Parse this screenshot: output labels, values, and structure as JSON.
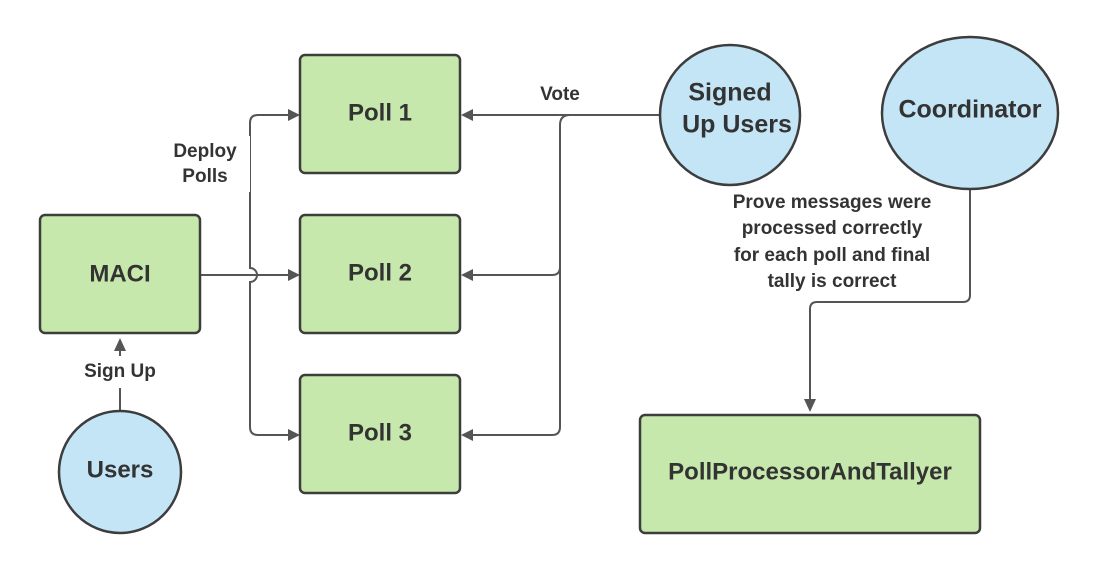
{
  "nodes": {
    "maci": "MACI",
    "poll1": "Poll 1",
    "poll2": "Poll 2",
    "poll3": "Poll 3",
    "users": "Users",
    "signed_up_users": [
      "Signed",
      "Up Users"
    ],
    "coordinator": "Coordinator",
    "poll_processor": "PollProcessorAndTallyer"
  },
  "edge_labels": {
    "deploy_polls": [
      "Deploy",
      "Polls"
    ],
    "vote": "Vote",
    "sign_up": "Sign Up",
    "prove": [
      "Prove messages were",
      "processed correctly",
      "for each poll and final",
      "tally is correct"
    ]
  },
  "colors": {
    "box_fill": "#c7e8ac",
    "circle_fill": "#c3e5f6",
    "stroke": "#3d3d3d",
    "text": "#333333",
    "edge": "#555555"
  }
}
